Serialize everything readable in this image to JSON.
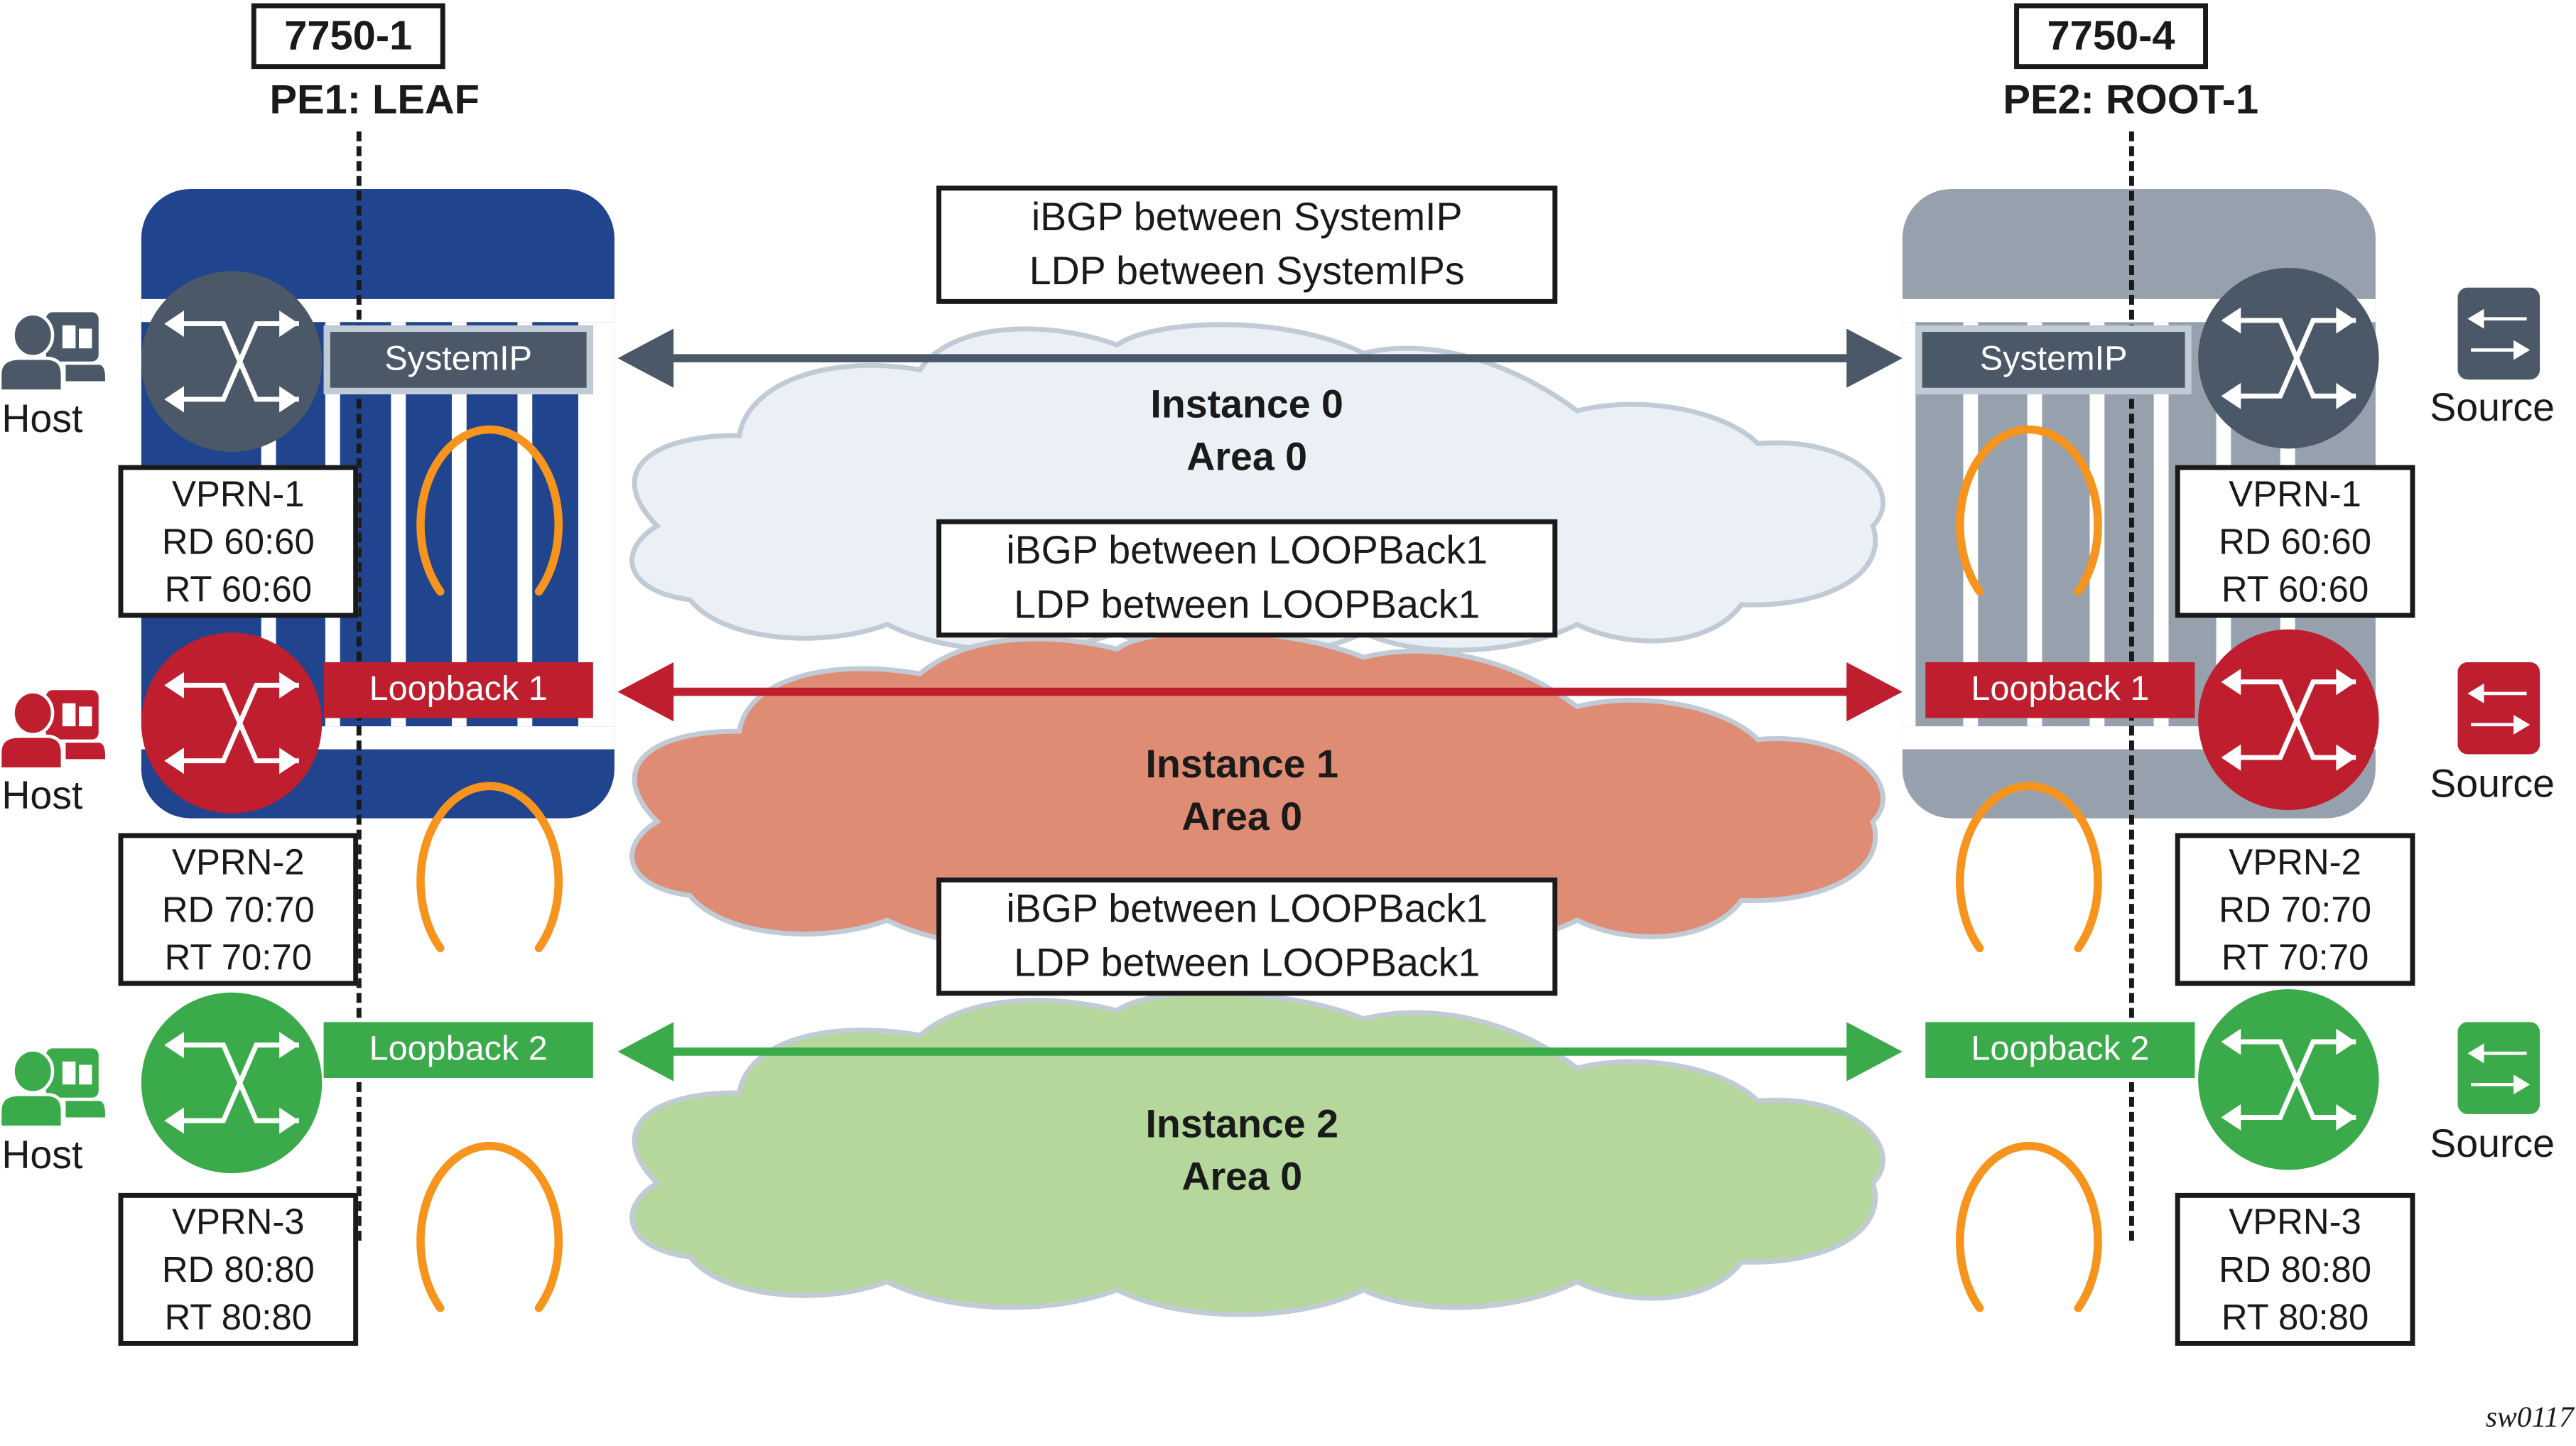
{
  "devices": {
    "left": {
      "name": "7750-1",
      "role": "PE1: LEAF",
      "chassis_color": "#20448e"
    },
    "right": {
      "name": "7750-4",
      "role": "PE2: ROOT-1",
      "chassis_color": "#97a1ad"
    }
  },
  "instances": [
    {
      "id": 0,
      "color": "#4b5867",
      "cloud_color": "#eaf0f5",
      "interface_label": "SystemIP",
      "note_lines": [
        "iBGP between SystemIP",
        "LDP between SystemIPs"
      ],
      "cloud_lines": [
        "Instance 0",
        "Area 0"
      ],
      "host_label": "Host",
      "source_label": "Source",
      "vprn": {
        "name": "VPRN-1",
        "rd": "RD 60:60",
        "rt": "RT 60:60"
      }
    },
    {
      "id": 1,
      "color": "#be1e2d",
      "cloud_color": "#df8c74",
      "interface_label": "Loopback 1",
      "note_lines": [
        "iBGP between LOOPBack1",
        "LDP between LOOPBack1"
      ],
      "cloud_lines": [
        "Instance 1",
        "Area 0"
      ],
      "host_label": "Host",
      "source_label": "Source",
      "vprn": {
        "name": "VPRN-2",
        "rd": "RD 70:70",
        "rt": "RT 70:70"
      }
    },
    {
      "id": 2,
      "color": "#3aaa4a",
      "cloud_color": "#b5d79b",
      "interface_label": "Loopback 2",
      "note_lines": [
        "iBGP between LOOPBack1",
        "LDP between LOOPBack1"
      ],
      "cloud_lines": [
        "Instance 2",
        "Area 0"
      ],
      "host_label": "Host",
      "source_label": "Source",
      "vprn": {
        "name": "VPRN-3",
        "rd": "RD 80:80",
        "rt": "RT 80:80"
      }
    }
  ],
  "figure_id": "sw0117",
  "icons": {
    "router": "router-icon",
    "host": "host-icon",
    "source": "source-switch-icon",
    "loop": "orange-loop-icon"
  },
  "colors": {
    "loop": "#f7941d",
    "systemip_border": "#c1cbd6",
    "cloud0_border": "#c1cbd6"
  }
}
